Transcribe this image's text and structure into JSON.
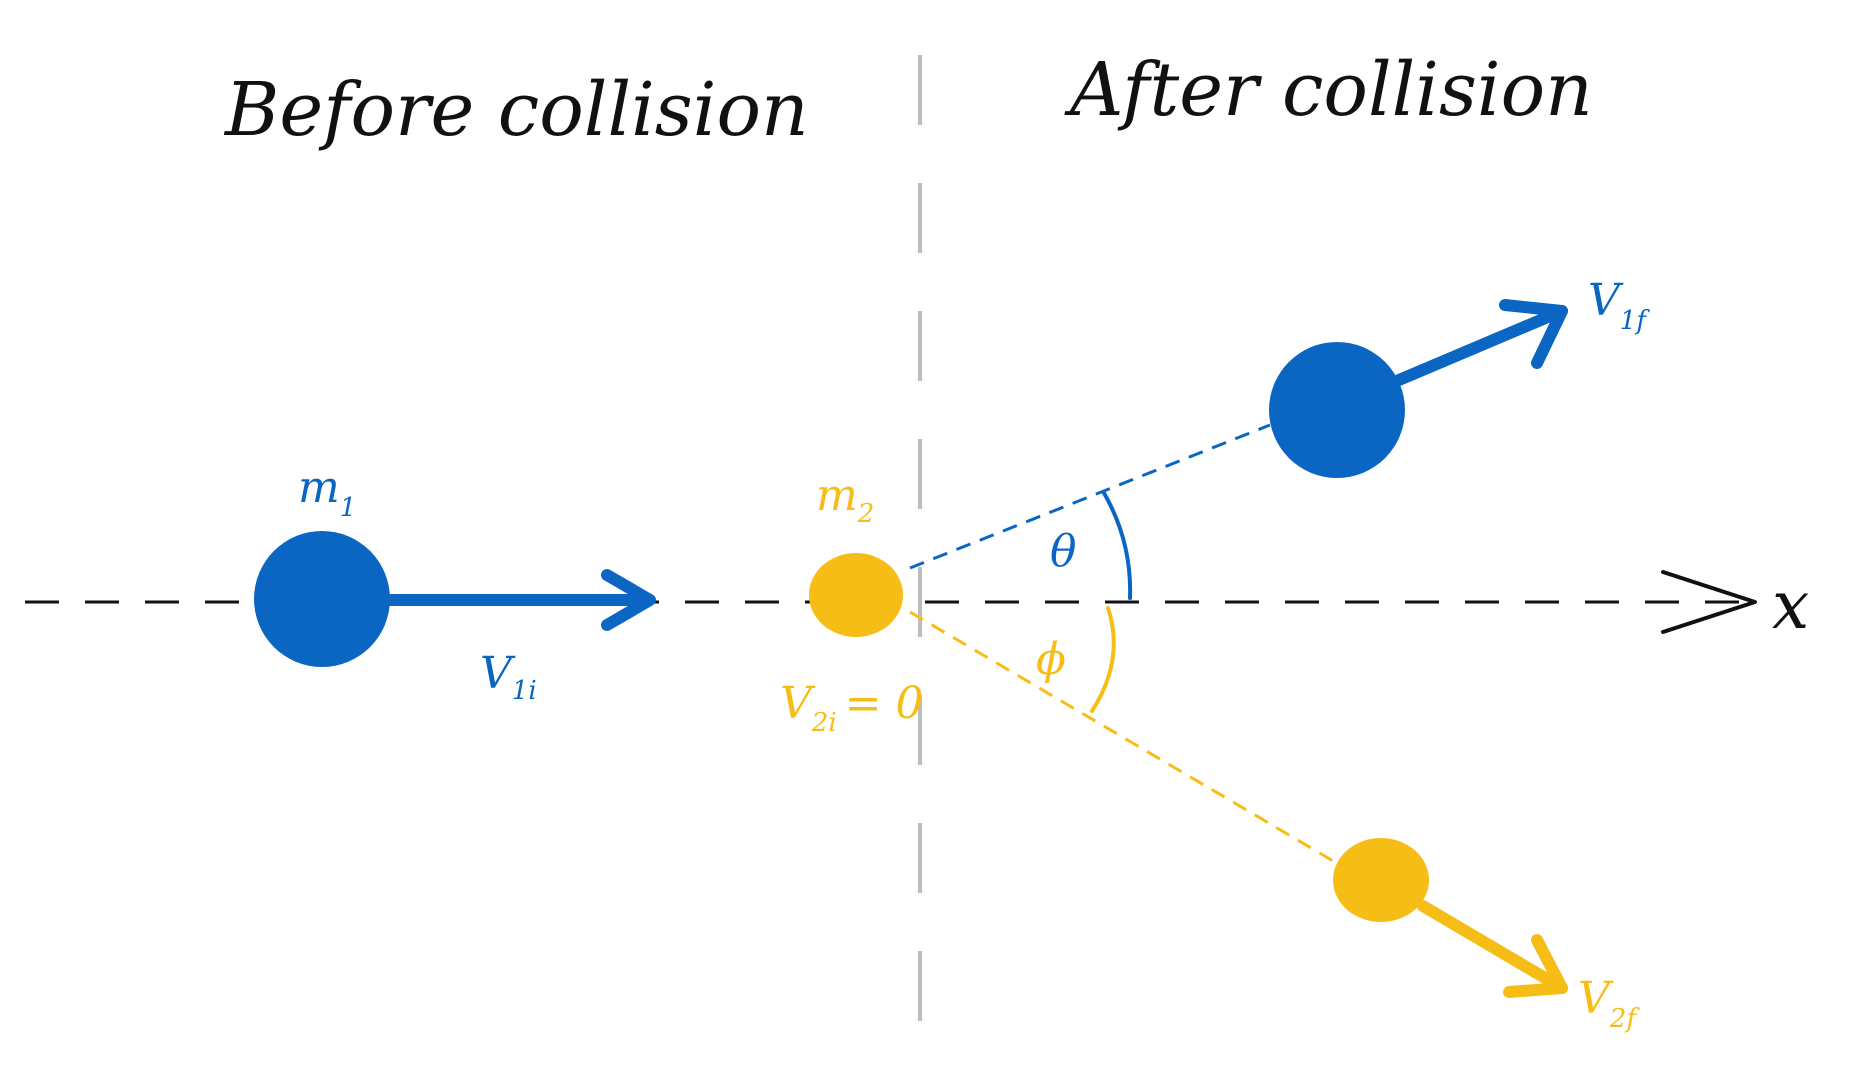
{
  "headings": {
    "before": "Before collision",
    "after": "After collision"
  },
  "labels": {
    "m1": "m",
    "m1_sub": "1",
    "m2": "m",
    "m2_sub": "2",
    "v1i": "V",
    "v1i_sub": "1i",
    "v2i": "V",
    "v2i_sub": "2i",
    "v2i_value": "= 0",
    "v1f": "V",
    "v1f_sub": "1f",
    "v2f": "V",
    "v2f_sub": "2f",
    "theta": "θ",
    "phi": "ϕ",
    "x_axis": "x"
  },
  "colors": {
    "mass1": "#0a66c2",
    "mass2": "#f7bd17",
    "ink": "#111111",
    "divider": "#bdbdbd"
  }
}
